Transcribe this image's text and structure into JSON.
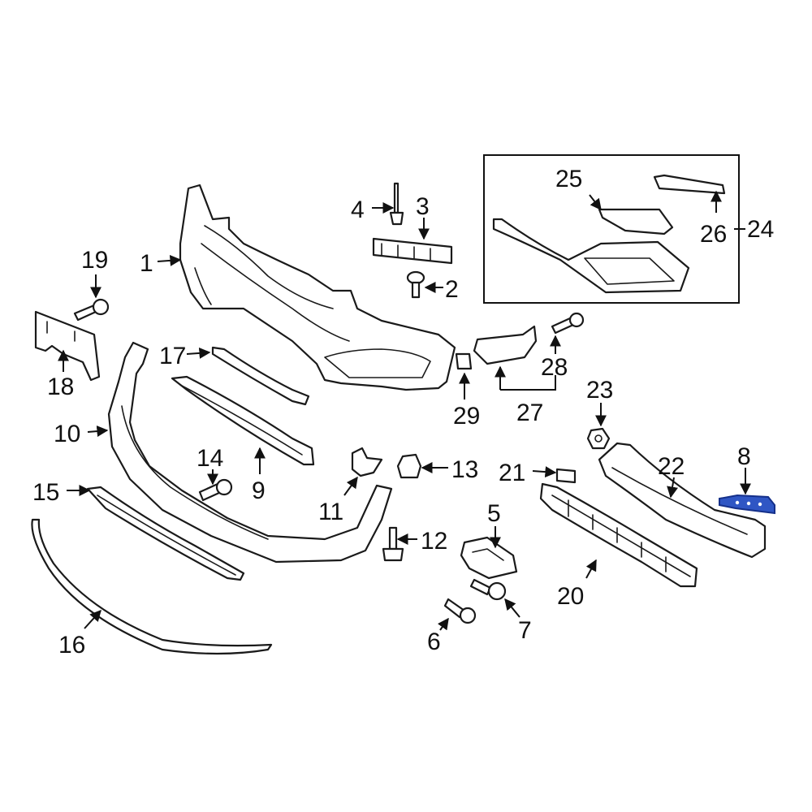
{
  "callouts": [
    {
      "id": "1",
      "text": "1"
    },
    {
      "id": "2",
      "text": "2"
    },
    {
      "id": "3",
      "text": "3"
    },
    {
      "id": "4",
      "text": "4"
    },
    {
      "id": "5",
      "text": "5"
    },
    {
      "id": "6",
      "text": "6"
    },
    {
      "id": "7",
      "text": "7"
    },
    {
      "id": "8",
      "text": "8"
    },
    {
      "id": "9",
      "text": "9"
    },
    {
      "id": "10",
      "text": "10"
    },
    {
      "id": "11",
      "text": "11"
    },
    {
      "id": "12",
      "text": "12"
    },
    {
      "id": "13",
      "text": "13"
    },
    {
      "id": "14",
      "text": "14"
    },
    {
      "id": "15",
      "text": "15"
    },
    {
      "id": "16",
      "text": "16"
    },
    {
      "id": "17",
      "text": "17"
    },
    {
      "id": "18",
      "text": "18"
    },
    {
      "id": "19",
      "text": "19"
    },
    {
      "id": "20",
      "text": "20"
    },
    {
      "id": "21",
      "text": "21"
    },
    {
      "id": "22",
      "text": "22"
    },
    {
      "id": "23",
      "text": "23"
    },
    {
      "id": "24",
      "text": "24"
    },
    {
      "id": "25",
      "text": "25"
    },
    {
      "id": "26",
      "text": "26"
    },
    {
      "id": "27",
      "text": "27"
    },
    {
      "id": "28",
      "text": "28"
    },
    {
      "id": "29",
      "text": "29"
    }
  ],
  "colors": {
    "line": "#1a1a1a",
    "highlight_fill": "#2f56c4",
    "highlight_stroke": "#15308a",
    "background": "#ffffff"
  },
  "highlighted_part": "8"
}
